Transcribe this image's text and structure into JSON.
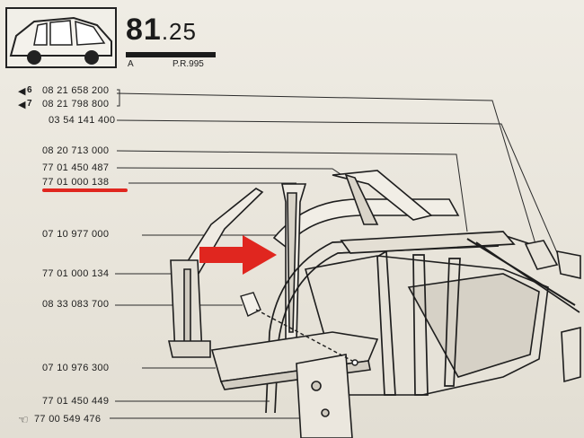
{
  "header": {
    "section_number": "81",
    "section_sub": ".25",
    "variant_letter": "A",
    "reference": "P.R.995"
  },
  "parts": [
    {
      "id": "p1",
      "number": "08 21 658 200",
      "marker": "6"
    },
    {
      "id": "p2",
      "number": "08 21 798 800",
      "marker": "7"
    },
    {
      "id": "p3",
      "number": "03 54 141 400"
    },
    {
      "id": "p4",
      "number": "08 20 713 000"
    },
    {
      "id": "p5",
      "number": "77 01 450 487"
    },
    {
      "id": "p6",
      "number": "77 01 000 138",
      "highlighted": true
    },
    {
      "id": "p7",
      "number": "07 10 977 000"
    },
    {
      "id": "p8",
      "number": "77 01 000 134"
    },
    {
      "id": "p9",
      "number": "08 33 083 700"
    },
    {
      "id": "p10",
      "number": "07 10 976 300"
    },
    {
      "id": "p11",
      "number": "77 01 450 449"
    },
    {
      "id": "p12",
      "number": "77 00 549 476"
    }
  ],
  "colors": {
    "highlight": "#e0261f",
    "ink": "#1c1c1c",
    "paper": "#ece9e1"
  },
  "icons": {
    "pointer": "pointing-hand-icon",
    "highlight_arrow": "red-arrow-icon"
  }
}
